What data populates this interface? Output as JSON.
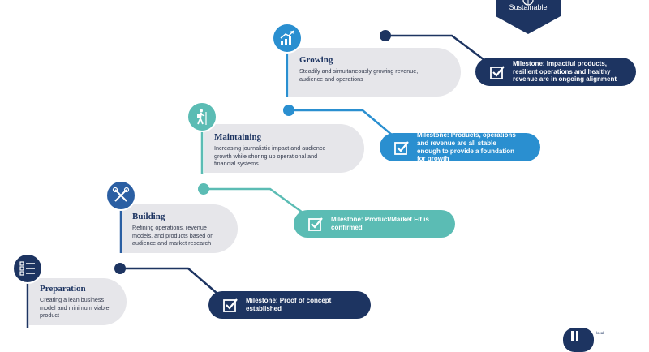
{
  "colors": {
    "navy": "#1d3461",
    "blue": "#2a8fd0",
    "teal": "#5bbcb4",
    "steel": "#2b5fa3",
    "card": "#e6e6ea"
  },
  "badge": {
    "label": "Sustainable",
    "icon": "globe-icon"
  },
  "stages": [
    {
      "title": "Preparation",
      "description": "Creating a lean business model and minimum viable product",
      "icon": "checklist-icon"
    },
    {
      "title": "Building",
      "description": "Refining operations, revenue models, and products based on audience and market research",
      "icon": "tools-icon"
    },
    {
      "title": "Maintaining",
      "description": "Increasing journalistic impact and audience growth while shoring up operational and financial systems",
      "icon": "hiker-icon"
    },
    {
      "title": "Growing",
      "description": "Steadily and simultaneously growing revenue, audience and operations",
      "icon": "growth-chart-icon"
    }
  ],
  "milestones": [
    {
      "text": "Milestone: Proof of concept established"
    },
    {
      "text": "Milestone: Product/Market Fit is confirmed"
    },
    {
      "text": "Milestone: Products, operations and revenue are all stable enough to provide a foundation for growth"
    },
    {
      "text": "Milestone: Impactful products, resilient operations and healthy revenue are in ongoing alignment"
    }
  ],
  "logo": {
    "text": "local"
  }
}
